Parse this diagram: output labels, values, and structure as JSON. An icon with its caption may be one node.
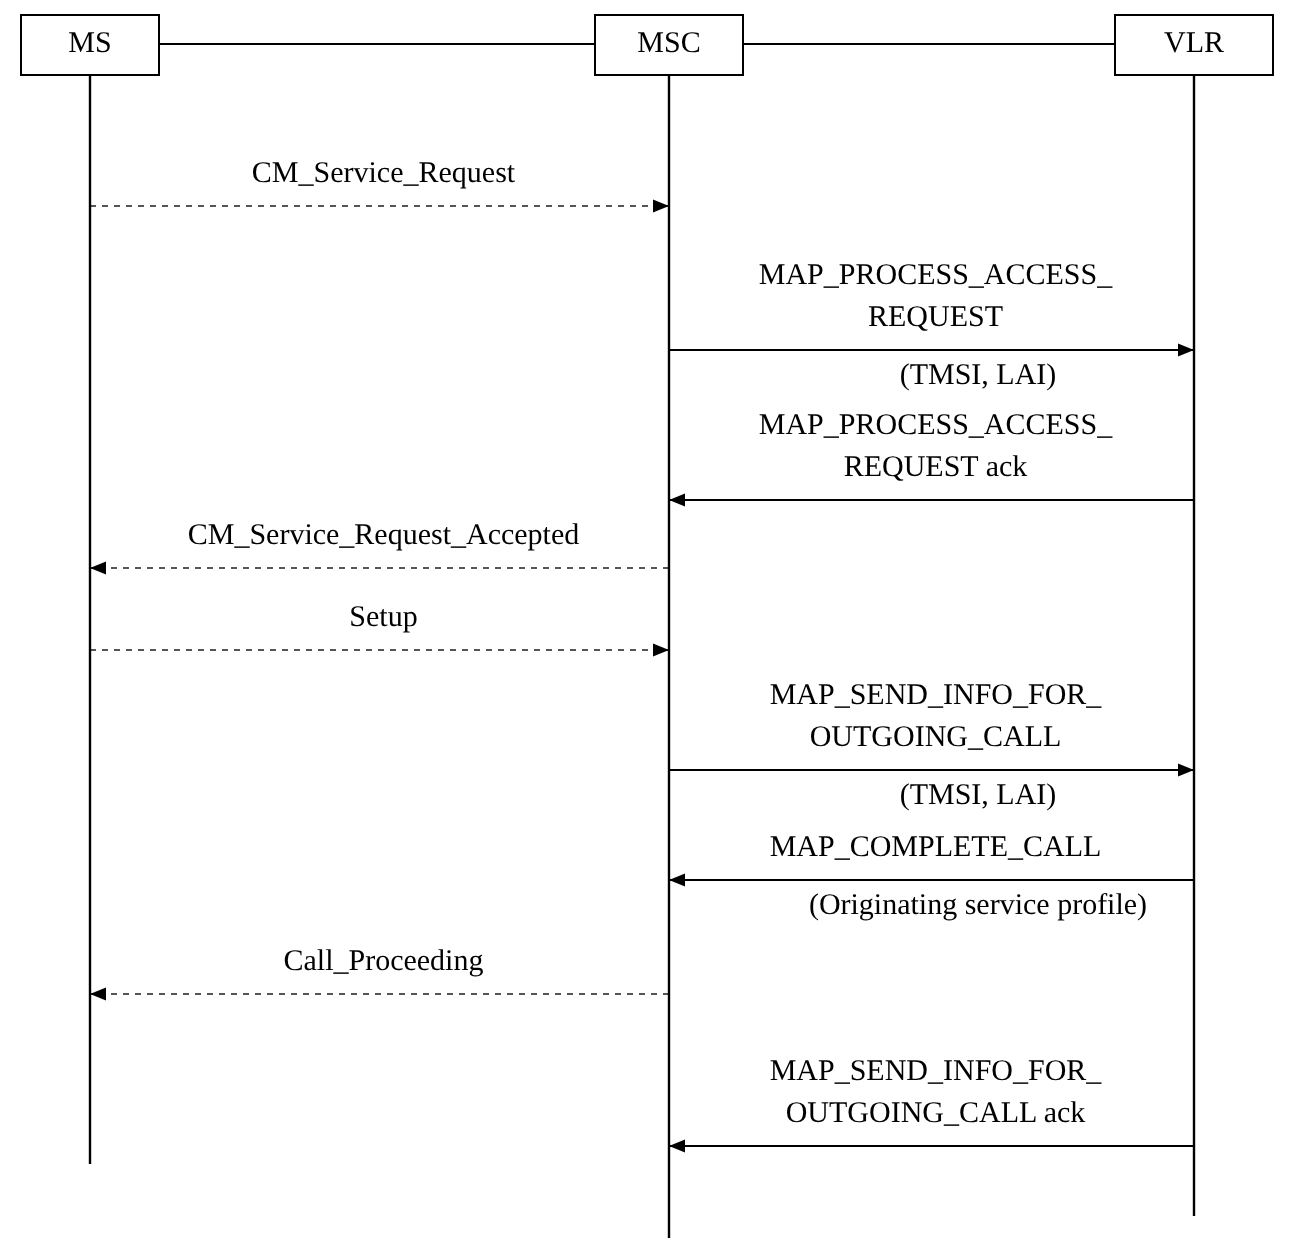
{
  "diagram": {
    "nodes": [
      {
        "text": [
          "MS"
        ]
      },
      {
        "text": [
          "MSC"
        ]
      },
      {
        "text": [
          "VLR"
        ]
      }
    ],
    "edges": [
      {
        "from": 0,
        "to": 1,
        "arrow": "none"
      },
      {
        "from": 1,
        "to": 2,
        "arrow": "none"
      },
      {
        "from": 0,
        "to": 1,
        "arrow": "to",
        "label": "CM_Service_Request",
        "style": "dashed"
      },
      {
        "from": 1,
        "to": 2,
        "arrow": "to",
        "label": "MAP_PROCESS_ACCESS_ REQUEST"
      },
      {
        "from": 2,
        "to": 1,
        "arrow": "to",
        "label": "MAP_PROCESS_ACCESS_ REQUEST ack"
      },
      {
        "from": 1,
        "to": 0,
        "arrow": "to",
        "label": "CM_Service_Request_Accepted",
        "style": "dashed"
      },
      {
        "from": 0,
        "to": 1,
        "arrow": "to",
        "label": "Setup",
        "style": "dashed"
      },
      {
        "from": 1,
        "to": 2,
        "arrow": "to",
        "label": "MAP_SEND_INFO_FOR_ OUTGOING_CALL"
      },
      {
        "from": 2,
        "to": 1,
        "arrow": "to",
        "label": "MAP_COMPLETE_CALL"
      },
      {
        "from": 1,
        "to": 0,
        "arrow": "to",
        "label": "Call_Proceeding",
        "style": "dashed"
      },
      {
        "from": 2,
        "to": 1,
        "arrow": "to",
        "label": "MAP_SEND_INFO_FOR_ OUTGOING_CALL ack"
      }
    ],
    "labels": [
      "(TMSI, LAI)",
      "(TMSI, LAI)",
      "(Originating service profile)"
    ]
  }
}
